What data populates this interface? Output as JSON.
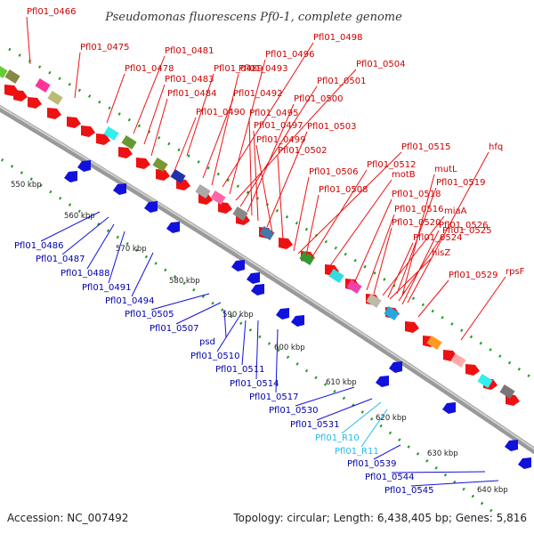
{
  "title": "Pseudomonas fluorescens Pf0-1, complete genome",
  "footer": {
    "accession": "Accession: NC_007492",
    "summary": "Topology: circular; Length: 6,438,405 bp; Genes: 5,816"
  },
  "colors": {
    "forward_strand": "#ee1111",
    "reverse_strand": "#1111dd",
    "rna": "#22bbee",
    "backbone": "#888888",
    "tick": "#229922"
  },
  "scale_labels": [
    "550 kbp",
    "560 kbp",
    "570 kbp",
    "580 kbp",
    "590 kbp",
    "600 kbp",
    "610 kbp",
    "620 kbp",
    "630 kbp",
    "640 kbp"
  ],
  "forward_genes": [
    "Pfl01_0466",
    "Pfl01_0475",
    "Pfl01_0481",
    "Pfl01_0478",
    "Pfl01_0483",
    "Pfl01_0484",
    "Pfl01_0489",
    "Pfl01_0493",
    "Pfl01_0498",
    "Pfl01_0496",
    "Pfl01_0504",
    "Pfl01_0501",
    "Pfl01_0500",
    "Pfl01_0492",
    "Pfl01_0495",
    "Pfl01_0490",
    "Pfl01_0497",
    "Pfl01_0503",
    "Pfl01_0499",
    "Pfl01_0502",
    "Pfl01_0515",
    "hfq",
    "Pfl01_0512",
    "Pfl01_0506",
    "motB",
    "mutL",
    "Pfl01_0519",
    "Pfl01_0508",
    "Pfl01_0518",
    "Pfl01_0516",
    "miaA",
    "Pfl01_0520",
    "Pfl01_0525",
    "Pfl01_0526",
    "Pfl01_0524",
    "hisZ",
    "Pfl01_0529",
    "rpsF"
  ],
  "reverse_genes": [
    "Pfl01_0486",
    "Pfl01_0487",
    "Pfl01_0488",
    "Pfl01_0491",
    "Pfl01_0494",
    "Pfl01_0505",
    "Pfl01_0507",
    "psd",
    "Pfl01_0510",
    "Pfl01_0511",
    "Pfl01_0514",
    "Pfl01_0517",
    "Pfl01_0530",
    "Pfl01_0531",
    "Pfl01_0539",
    "Pfl01_0544",
    "Pfl01_0545"
  ],
  "rna_genes": [
    "Pfl01_R10",
    "Pfl01_R11"
  ]
}
